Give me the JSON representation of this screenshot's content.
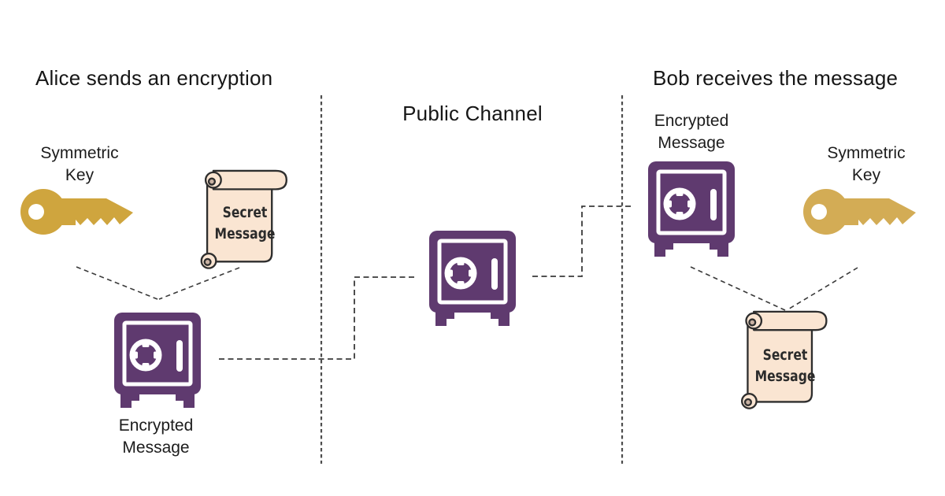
{
  "titles": {
    "alice": "Alice sends an encryption",
    "public_channel": "Public Channel",
    "bob": "Bob receives the message"
  },
  "alice": {
    "key_label": "Symmetric\nKey",
    "scroll_text": "Secret\nMessage",
    "safe_label": "Encrypted\nMessage"
  },
  "bob": {
    "safe_label": "Encrypted\nMessage",
    "key_label": "Symmetric\nKey",
    "scroll_text": "Secret\nMessage"
  },
  "colors": {
    "safe_purple": "#5F3A6F",
    "key_gold_alice": "#CFA53E",
    "key_gold_bob": "#D3AC55",
    "scroll_fill": "#FAE5D2",
    "scroll_curl": "#C9B2A3",
    "outline_dark": "#2E2E2E",
    "divider_gray": "#4D4D4D",
    "connector_dark": "#3A3A3A"
  },
  "icons": {
    "key": "symmetric-key-icon",
    "safe": "encrypted-message-safe-icon",
    "scroll": "secret-message-scroll-icon"
  }
}
